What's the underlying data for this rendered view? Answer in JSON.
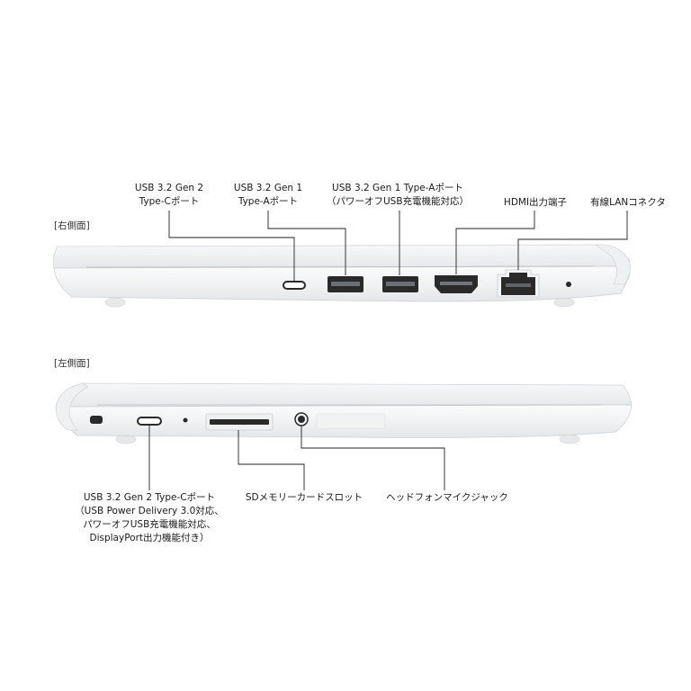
{
  "right_side": {
    "label": "[右側面]",
    "ports": [
      {
        "line1": "USB 3.2 Gen 2",
        "line2": "Type-Cポート"
      },
      {
        "line1": "USB 3.2 Gen 1",
        "line2": "Type-Aポート"
      },
      {
        "line1": "USB 3.2 Gen 1 Type-Aポート",
        "line2": "（パワーオフUSB充電機能対応）"
      },
      {
        "line1": "HDMI出力端子"
      },
      {
        "line1": "有線LANコネクタ"
      }
    ]
  },
  "left_side": {
    "label": "[左側面]",
    "ports": [
      {
        "line1": "USB 3.2 Gen 2 Type-Cポート",
        "line2": "（USB Power Delivery 3.0対応、",
        "line3": "パワーオフUSB充電機能対応、",
        "line4": "DisplayPort出力機能付き）"
      },
      {
        "line1": "SDメモリーカードスロット"
      },
      {
        "line1": "ヘッドフォンマイクジャック"
      }
    ]
  },
  "colors": {
    "body": "#f4f5f6",
    "edge": "#d4d7da",
    "port": "#2a2a2a",
    "line": "#222222"
  }
}
